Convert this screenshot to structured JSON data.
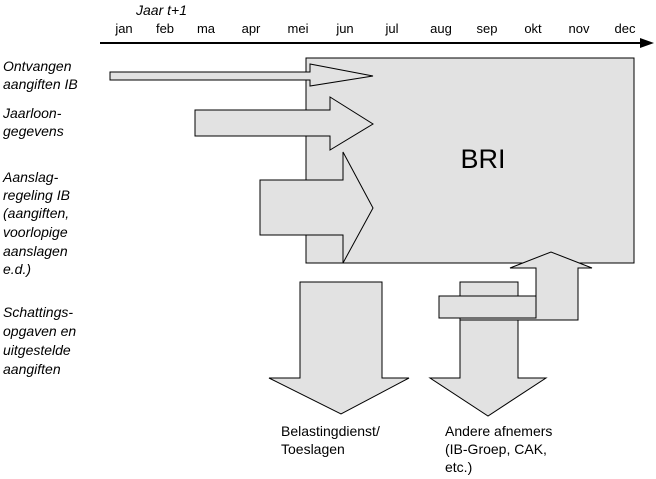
{
  "axis": {
    "year_label": "Jaar t+1",
    "months": [
      "jan",
      "feb",
      "ma",
      "apr",
      "mei",
      "jun",
      "jul",
      "aug",
      "sep",
      "okt",
      "nov",
      "dec"
    ]
  },
  "bri_label": "BRI",
  "inputs": [
    {
      "lines": [
        "Ontvangen",
        "aangiften IB"
      ]
    },
    {
      "lines": [
        "Jaarloon-",
        "gegevens"
      ]
    },
    {
      "lines": [
        "Aanslag-",
        "regeling IB",
        "(aangiften,",
        "voorlopige",
        "aanslagen",
        "e.d.)"
      ]
    },
    {
      "lines": [
        "Schattings-",
        "opgaven en",
        "uitgestelde",
        "aangiften"
      ]
    }
  ],
  "outputs": [
    {
      "lines": [
        "Belastingdienst/",
        "Toeslagen"
      ]
    },
    {
      "lines": [
        "Andere afnemers",
        "(IB-Groep, CAK,",
        "etc.)"
      ]
    }
  ]
}
